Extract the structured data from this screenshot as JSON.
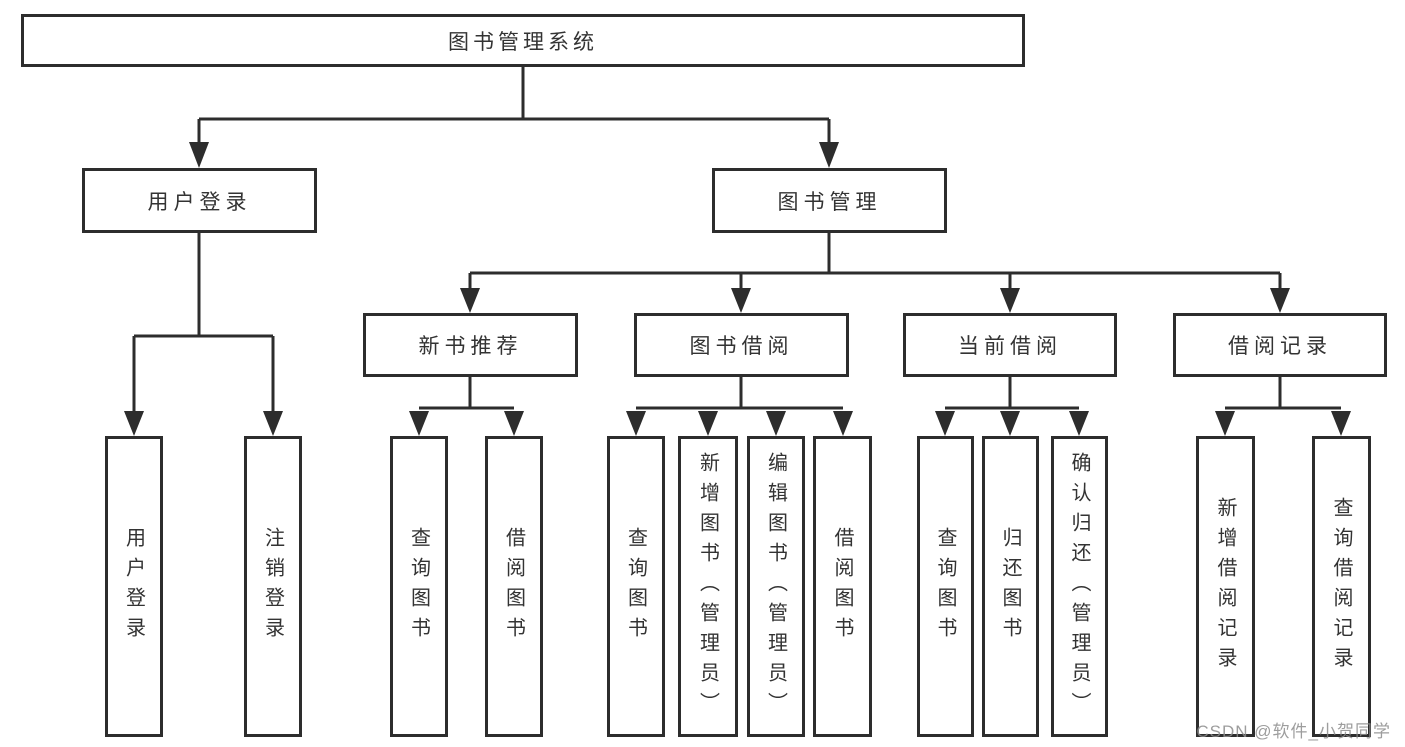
{
  "diagram": {
    "root": {
      "label": "图书管理系统"
    },
    "branches": [
      {
        "label": "用户登录",
        "children": [
          {
            "label": "用户登录"
          },
          {
            "label": "注销登录"
          }
        ]
      },
      {
        "label": "图书管理",
        "children": [
          {
            "label": "新书推荐",
            "children": [
              {
                "label": "查询图书"
              },
              {
                "label": "借阅图书"
              }
            ]
          },
          {
            "label": "图书借阅",
            "children": [
              {
                "label": "查询图书"
              },
              {
                "label": "新增图书（管理员）"
              },
              {
                "label": "编辑图书（管理员）"
              },
              {
                "label": "借阅图书"
              }
            ]
          },
          {
            "label": "当前借阅",
            "children": [
              {
                "label": "查询图书"
              },
              {
                "label": "归还图书"
              },
              {
                "label": "确认归还（管理员）"
              }
            ]
          },
          {
            "label": "借阅记录",
            "children": [
              {
                "label": "新增借阅记录"
              },
              {
                "label": "查询借阅记录"
              }
            ]
          }
        ]
      }
    ]
  },
  "watermark": {
    "text": "CSDN @软件_小贺同学"
  },
  "colors": {
    "line": "#2d2d2d",
    "text": "#333333",
    "background": "#ffffff",
    "watermark": "#8c8c8c"
  }
}
